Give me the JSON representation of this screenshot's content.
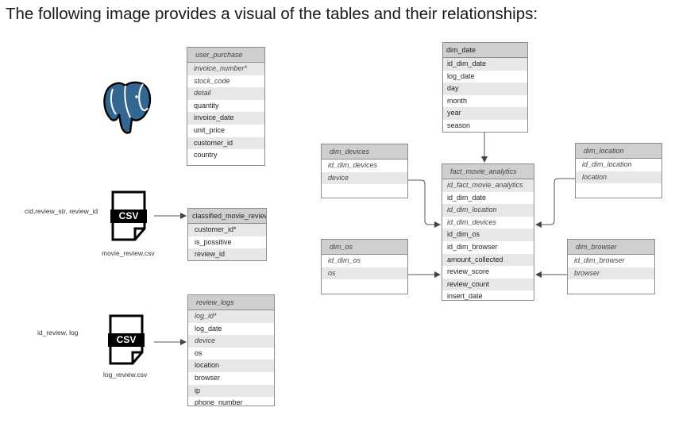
{
  "heading": "The following image provides a visual of the tables and their relationships:",
  "colors": {
    "header_bg": "#cfcfcf",
    "stripe": "#e7e7e7",
    "border": "#8c8c8c",
    "postgres_blue": "#336791"
  },
  "icons": {
    "postgres": "postgres-elephant-icon",
    "csv": "csv-file-icon"
  },
  "user_purchase": {
    "title": "user_purchase",
    "fields": [
      "invoice_number*",
      "stock_code",
      "detail",
      "quantity",
      "invoice_date",
      "unit_price",
      "customer_id",
      "country"
    ]
  },
  "movie_review": {
    "columns_label": "cid,review_str, review_id",
    "csv_badge": "CSV",
    "file_label": "movie_review.csv"
  },
  "classified_movie_review": {
    "title": "classified_movie_review",
    "fields": [
      "customer_id*",
      "is_possitive",
      "review_id"
    ]
  },
  "log_review": {
    "columns_label": "id_review, log",
    "csv_badge": "CSV",
    "file_label": "log_review.csv"
  },
  "review_logs": {
    "title": "review_logs",
    "fields": [
      "log_id*",
      "log_date",
      "device",
      "os",
      "location",
      "browser",
      "ip",
      "phone_number"
    ]
  },
  "dim_date": {
    "title": "dim_date",
    "fields": [
      "id_dim_date",
      "log_date",
      "day",
      "month",
      "year",
      "season"
    ]
  },
  "dim_devices": {
    "title": "dim_devices",
    "fields": [
      "id_dim_devices",
      "device"
    ]
  },
  "dim_location": {
    "title": "dim_location",
    "fields": [
      "id_dim_location",
      "location"
    ]
  },
  "fact_movie_analytics": {
    "title": "fact_movie_analytics",
    "fields": [
      "id_fact_movie_analytics",
      "id_dim_date",
      "id_dim_location",
      "id_dim_devices",
      "id_dim_os",
      "id_dim_browser",
      "amount_collected",
      "review_score",
      "review_count",
      "insert_date"
    ]
  },
  "dim_os": {
    "title": "dim_os",
    "fields": [
      "id_dim_os",
      "os"
    ]
  },
  "dim_browser": {
    "title": "dim_browser",
    "fields": [
      "id_dim_browser",
      "browser"
    ]
  }
}
